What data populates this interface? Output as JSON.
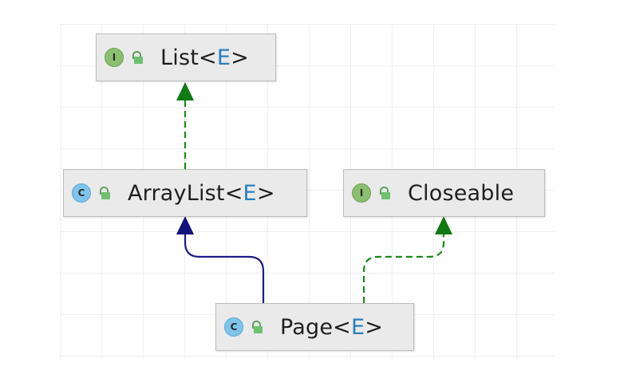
{
  "nodes": {
    "list": {
      "name": "List",
      "open": "<",
      "param": "E",
      "close": ">",
      "kind": "I",
      "kind_type": "interface"
    },
    "arraylist": {
      "name": "ArrayList",
      "open": "<",
      "param": "E",
      "close": ">",
      "kind": "C",
      "kind_type": "class"
    },
    "closeable": {
      "name": "Closeable",
      "kind": "I",
      "kind_type": "interface"
    },
    "page": {
      "name": "Page",
      "open": "<",
      "param": "E",
      "close": ">",
      "kind": "C",
      "kind_type": "class"
    }
  },
  "edges": [
    {
      "from": "arraylist",
      "to": "list",
      "relation": "implements",
      "style": "dashed",
      "color": "#1a8a1a"
    },
    {
      "from": "page",
      "to": "arraylist",
      "relation": "extends",
      "style": "solid",
      "color": "#1a1a8a"
    },
    {
      "from": "page",
      "to": "closeable",
      "relation": "implements",
      "style": "dashed",
      "color": "#1a8a1a"
    }
  ],
  "colors": {
    "node_fill": "#eaeaea",
    "node_border": "#bdbdbd",
    "type_param": "#2a7fc0",
    "interface_badge": "#8bbf6f",
    "class_badge": "#7fc4ea",
    "lock": "#6fbf6f"
  }
}
